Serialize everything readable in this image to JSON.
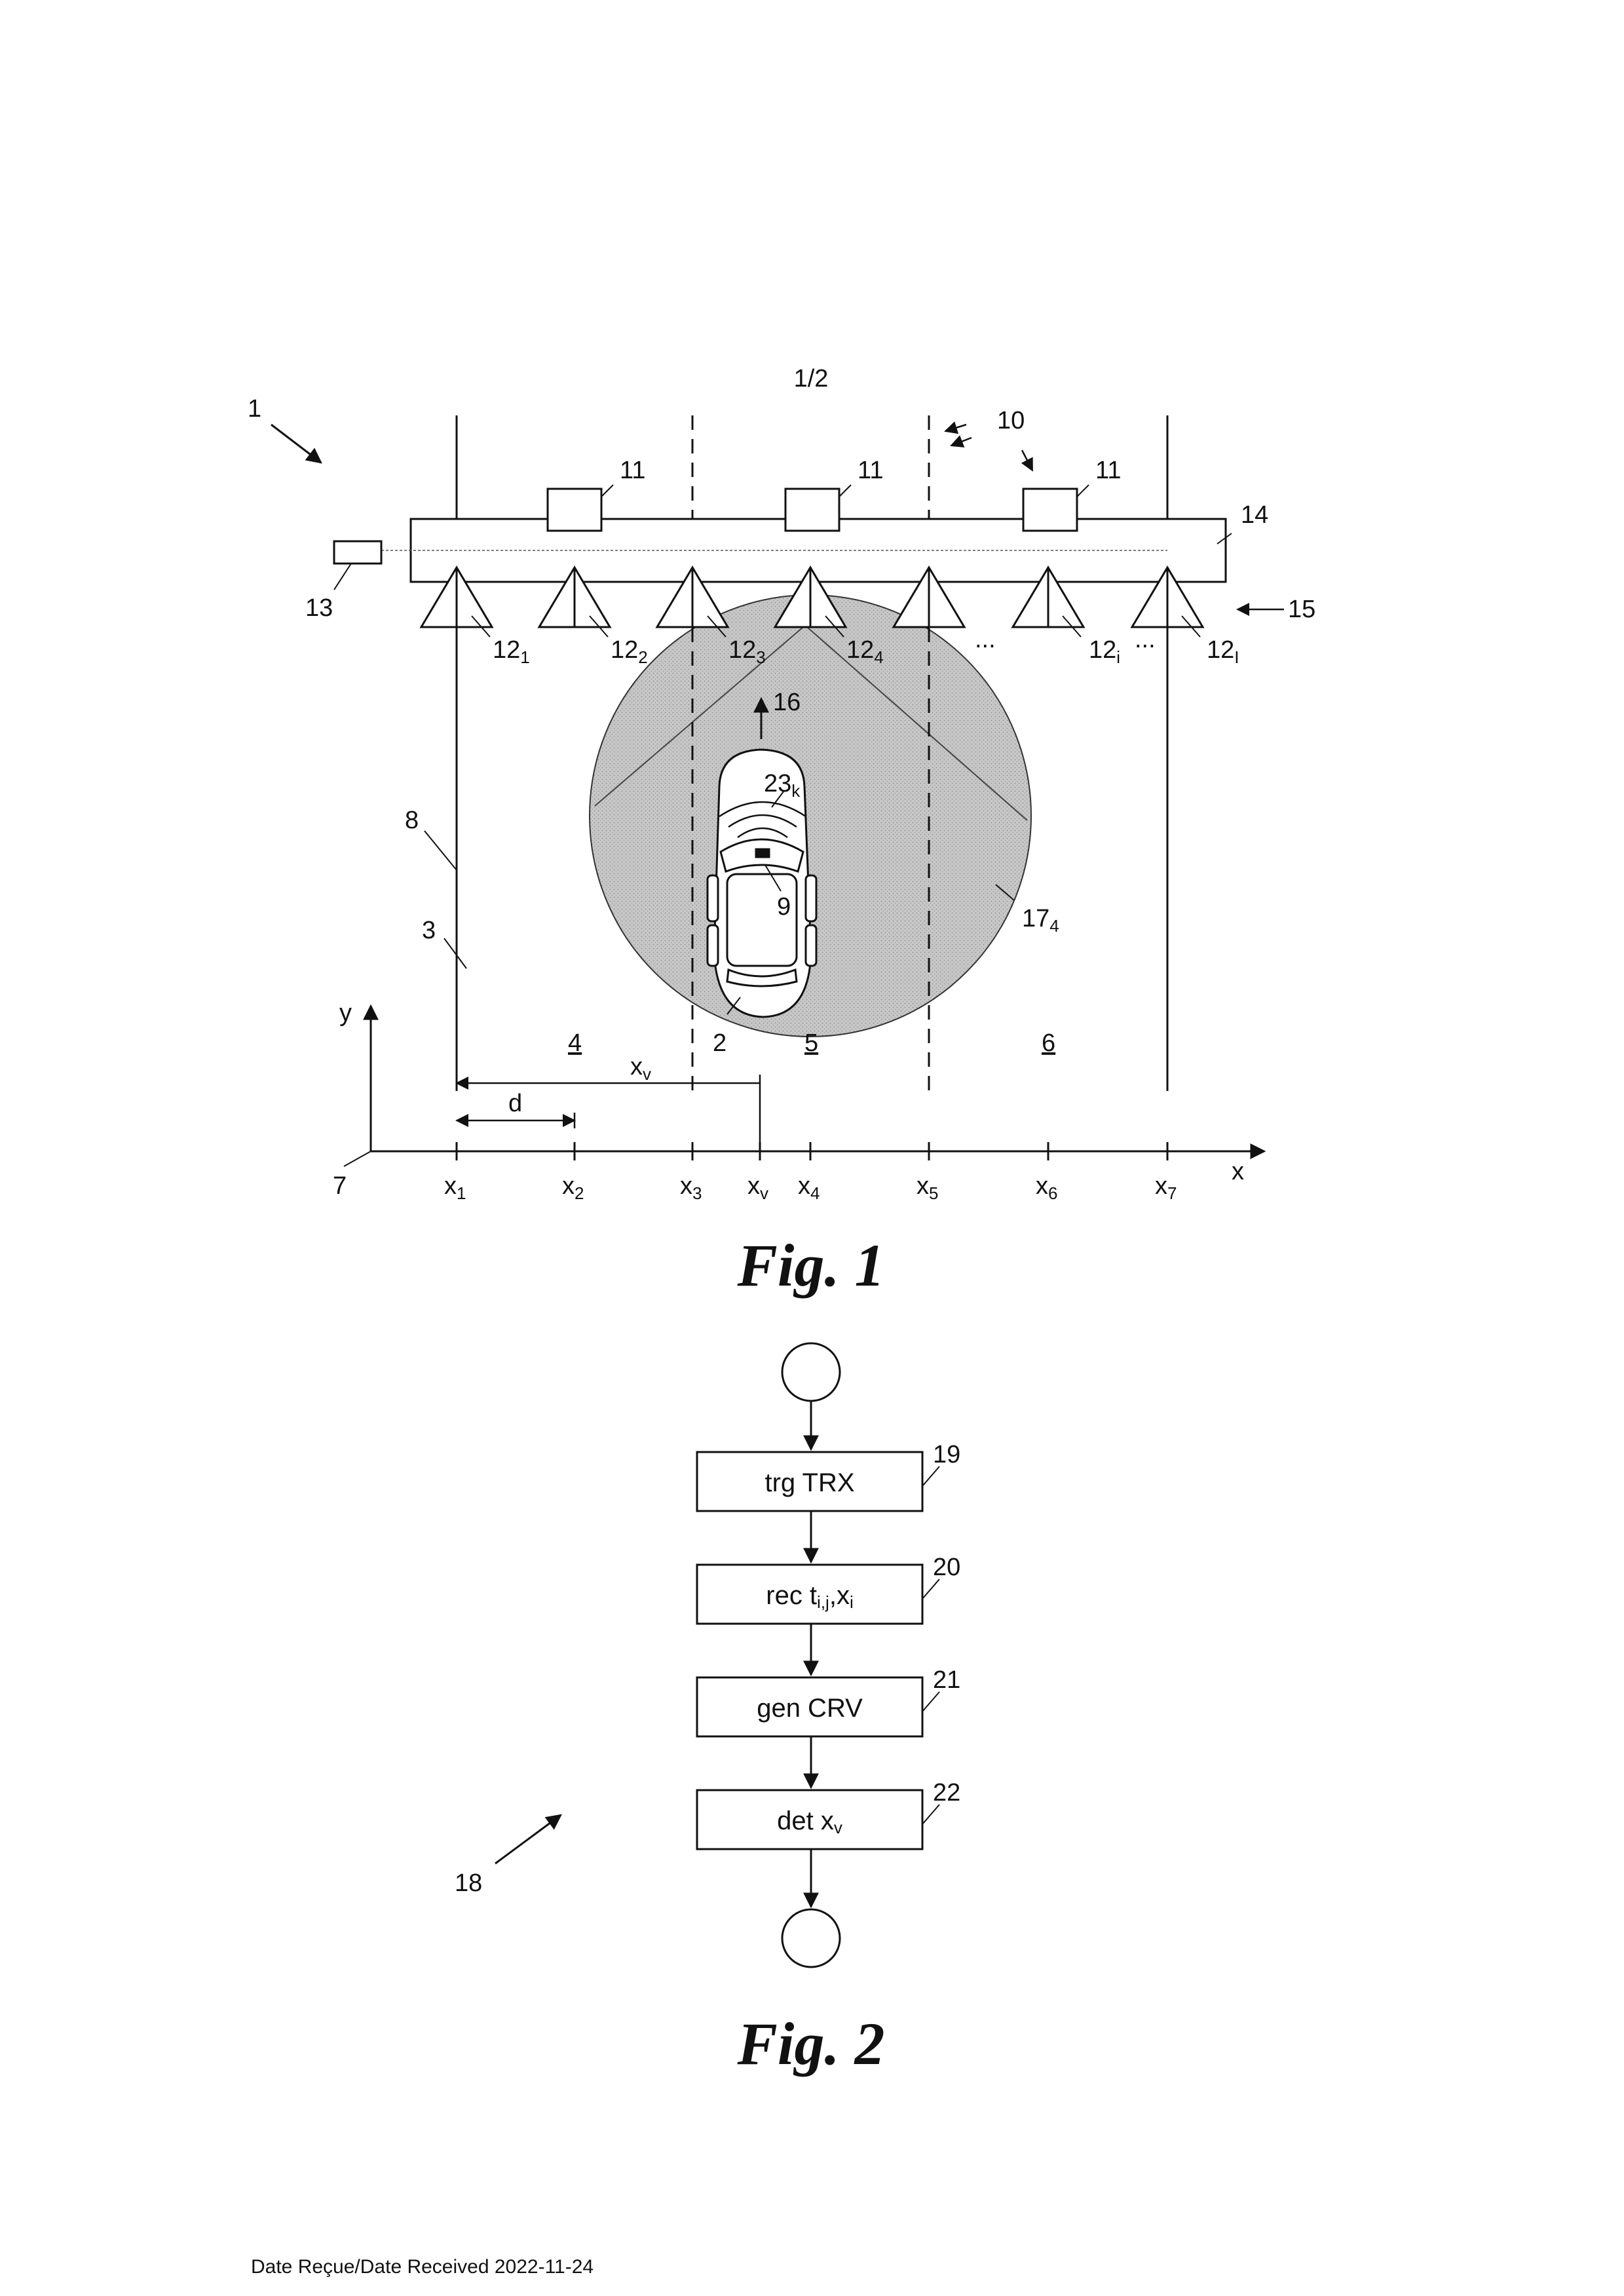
{
  "sheet_label": "1/2",
  "fig1": {
    "caption": "Fig. 1",
    "labels": {
      "system": "1",
      "road": "3",
      "lane_left": "4",
      "lane_mid": "5",
      "lane_right": "6",
      "origin": "7",
      "edge": "8",
      "transponder": "9",
      "gantry": "10",
      "unit": "11",
      "controller": "13",
      "beam": "14",
      "antenna_row": "15",
      "direction": "16",
      "vehicle": "2",
      "coverage": "17",
      "coverage_sub": "4",
      "signal": "23",
      "signal_sub": "k",
      "dots1": "...",
      "dots2": "...",
      "d": "d",
      "xv_label": "x",
      "xv_sub": "v",
      "axis_x": "x",
      "axis_y": "y"
    },
    "antennas": [
      {
        "main": "12",
        "sub": "1"
      },
      {
        "main": "12",
        "sub": "2"
      },
      {
        "main": "12",
        "sub": "3"
      },
      {
        "main": "12",
        "sub": "4"
      },
      {
        "main": "12",
        "sub": "i"
      },
      {
        "main": "12",
        "sub": "I"
      }
    ],
    "ticks": [
      {
        "main": "x",
        "sub": "1"
      },
      {
        "main": "x",
        "sub": "2"
      },
      {
        "main": "x",
        "sub": "3"
      },
      {
        "main": "x",
        "sub": "v"
      },
      {
        "main": "x",
        "sub": "4"
      },
      {
        "main": "x",
        "sub": "5"
      },
      {
        "main": "x",
        "sub": "6"
      },
      {
        "main": "x",
        "sub": "7"
      }
    ]
  },
  "fig2": {
    "caption": "Fig. 2",
    "method_ref": "18",
    "steps": [
      {
        "ref": "19",
        "text": "trg TRX"
      },
      {
        "ref": "20",
        "text": "rec t",
        "sub": "i,j",
        "text2": ",x",
        "sub2": "i"
      },
      {
        "ref": "21",
        "text": "gen CRV"
      },
      {
        "ref": "22",
        "text": "det x",
        "sub": "v"
      }
    ]
  },
  "footer": "Date Reçue/Date Received 2022-11-24"
}
